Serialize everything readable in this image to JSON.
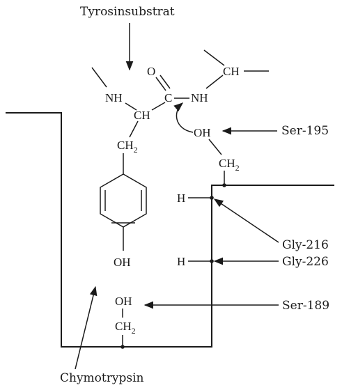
{
  "labels": {
    "substrate": "Tyrosinsubstrat",
    "enzyme": "Chymotrypsin",
    "ser195": "Ser-195",
    "gly216": "Gly-216",
    "gly226": "Gly-226",
    "ser189": "Ser-189"
  },
  "chem": {
    "nh_left": "NH",
    "ch_alpha": "CH",
    "carbonyl_o": "O",
    "carbonyl_c": "C",
    "nh_right": "NH",
    "ch_right": "CH",
    "ch2_tyr": "CH",
    "ch2_tyr_sub": "2",
    "oh_tyr": "OH",
    "oh_ser195": "OH",
    "ch2_ser195": "CH",
    "ch2_ser195_sub": "2",
    "h_gly216": "H",
    "h_gly226": "H",
    "oh_ser189": "OH",
    "ch2_ser189": "CH",
    "ch2_ser189_sub": "2"
  }
}
